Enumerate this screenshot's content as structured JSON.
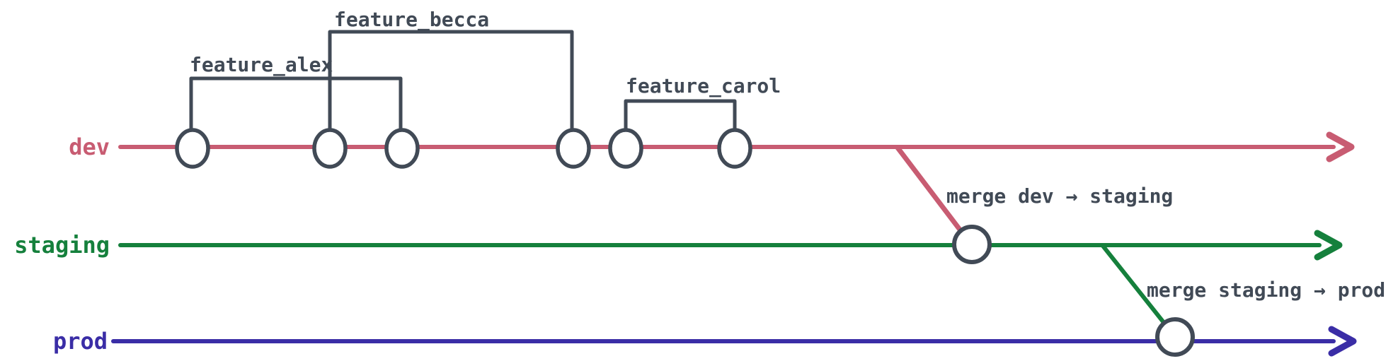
{
  "diagram_type": "git-branching-diagram",
  "colors": {
    "dev": "#c85c72",
    "staging": "#15803c",
    "prod": "#3a2da6",
    "ink": "#414a56",
    "commit_fill": "#ffffff",
    "background": "#ffffff"
  },
  "branches": [
    {
      "name": "dev",
      "commit_count": 6
    },
    {
      "name": "staging",
      "commit_count": 1
    },
    {
      "name": "prod",
      "commit_count": 1
    }
  ],
  "feature_brackets": [
    {
      "label": "feature_alex",
      "spans_commits": [
        1,
        3
      ]
    },
    {
      "label": "feature_becca",
      "spans_commits": [
        2,
        4
      ]
    },
    {
      "label": "feature_carol",
      "spans_commits": [
        5,
        6
      ]
    }
  ],
  "merges": [
    {
      "label": "merge dev → staging",
      "from": "dev",
      "to": "staging"
    },
    {
      "label": "merge staging → prod",
      "from": "staging",
      "to": "prod"
    }
  ]
}
